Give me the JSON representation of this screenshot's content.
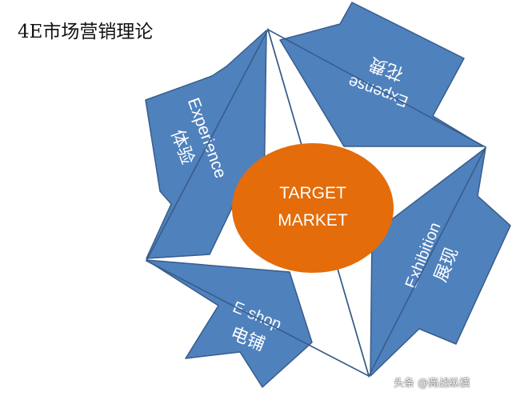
{
  "title": "4E市场营销理论",
  "center": {
    "line1": "TARGET",
    "line2": "MARKET"
  },
  "arrows": [
    {
      "en": "Experience",
      "zh": "体验"
    },
    {
      "en": "Expense",
      "zh": "花费"
    },
    {
      "en": "Exhibition",
      "zh": "展现"
    },
    {
      "en": "E-shop",
      "zh": "电铺"
    }
  ],
  "watermark": "头条 @商战纵横",
  "colors": {
    "arrow_fill": "#4f81bd",
    "arrow_stroke": "#385d8a",
    "center_fill": "#e46c0a",
    "triangle_stroke": "#385d8a"
  }
}
